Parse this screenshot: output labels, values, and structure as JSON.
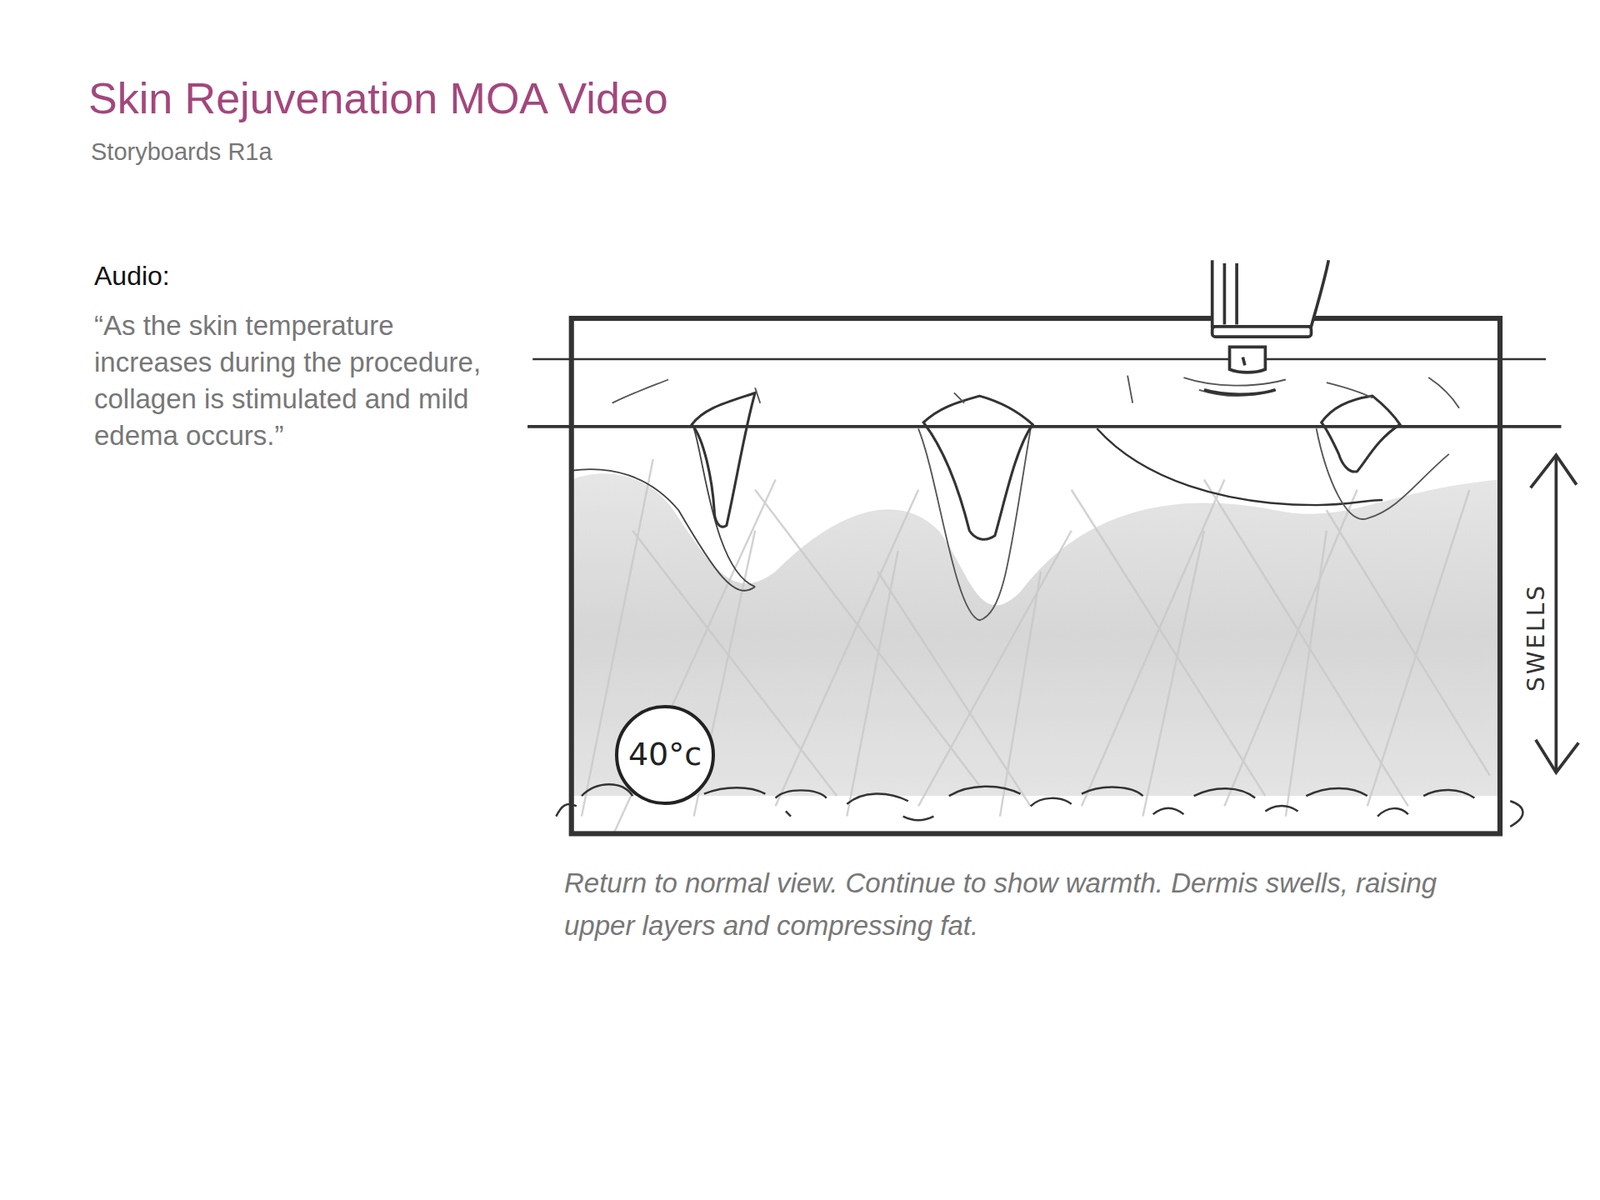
{
  "diagram": {
    "title": "Skin Rejuvenation MOA Video",
    "caption": "Return to normal view. Continue to show warmth. Dermis swells, raising upper layers and compressing fat.",
    "nodes": [
      {
        "text": [
          "40°c"
        ]
      }
    ],
    "labels": [
      "Storyboards R1a",
      "Audio:",
      "“As the skin temperature increases during the procedure, collagen is stimulated and mild edema occurs.”",
      "SWELLS"
    ]
  }
}
